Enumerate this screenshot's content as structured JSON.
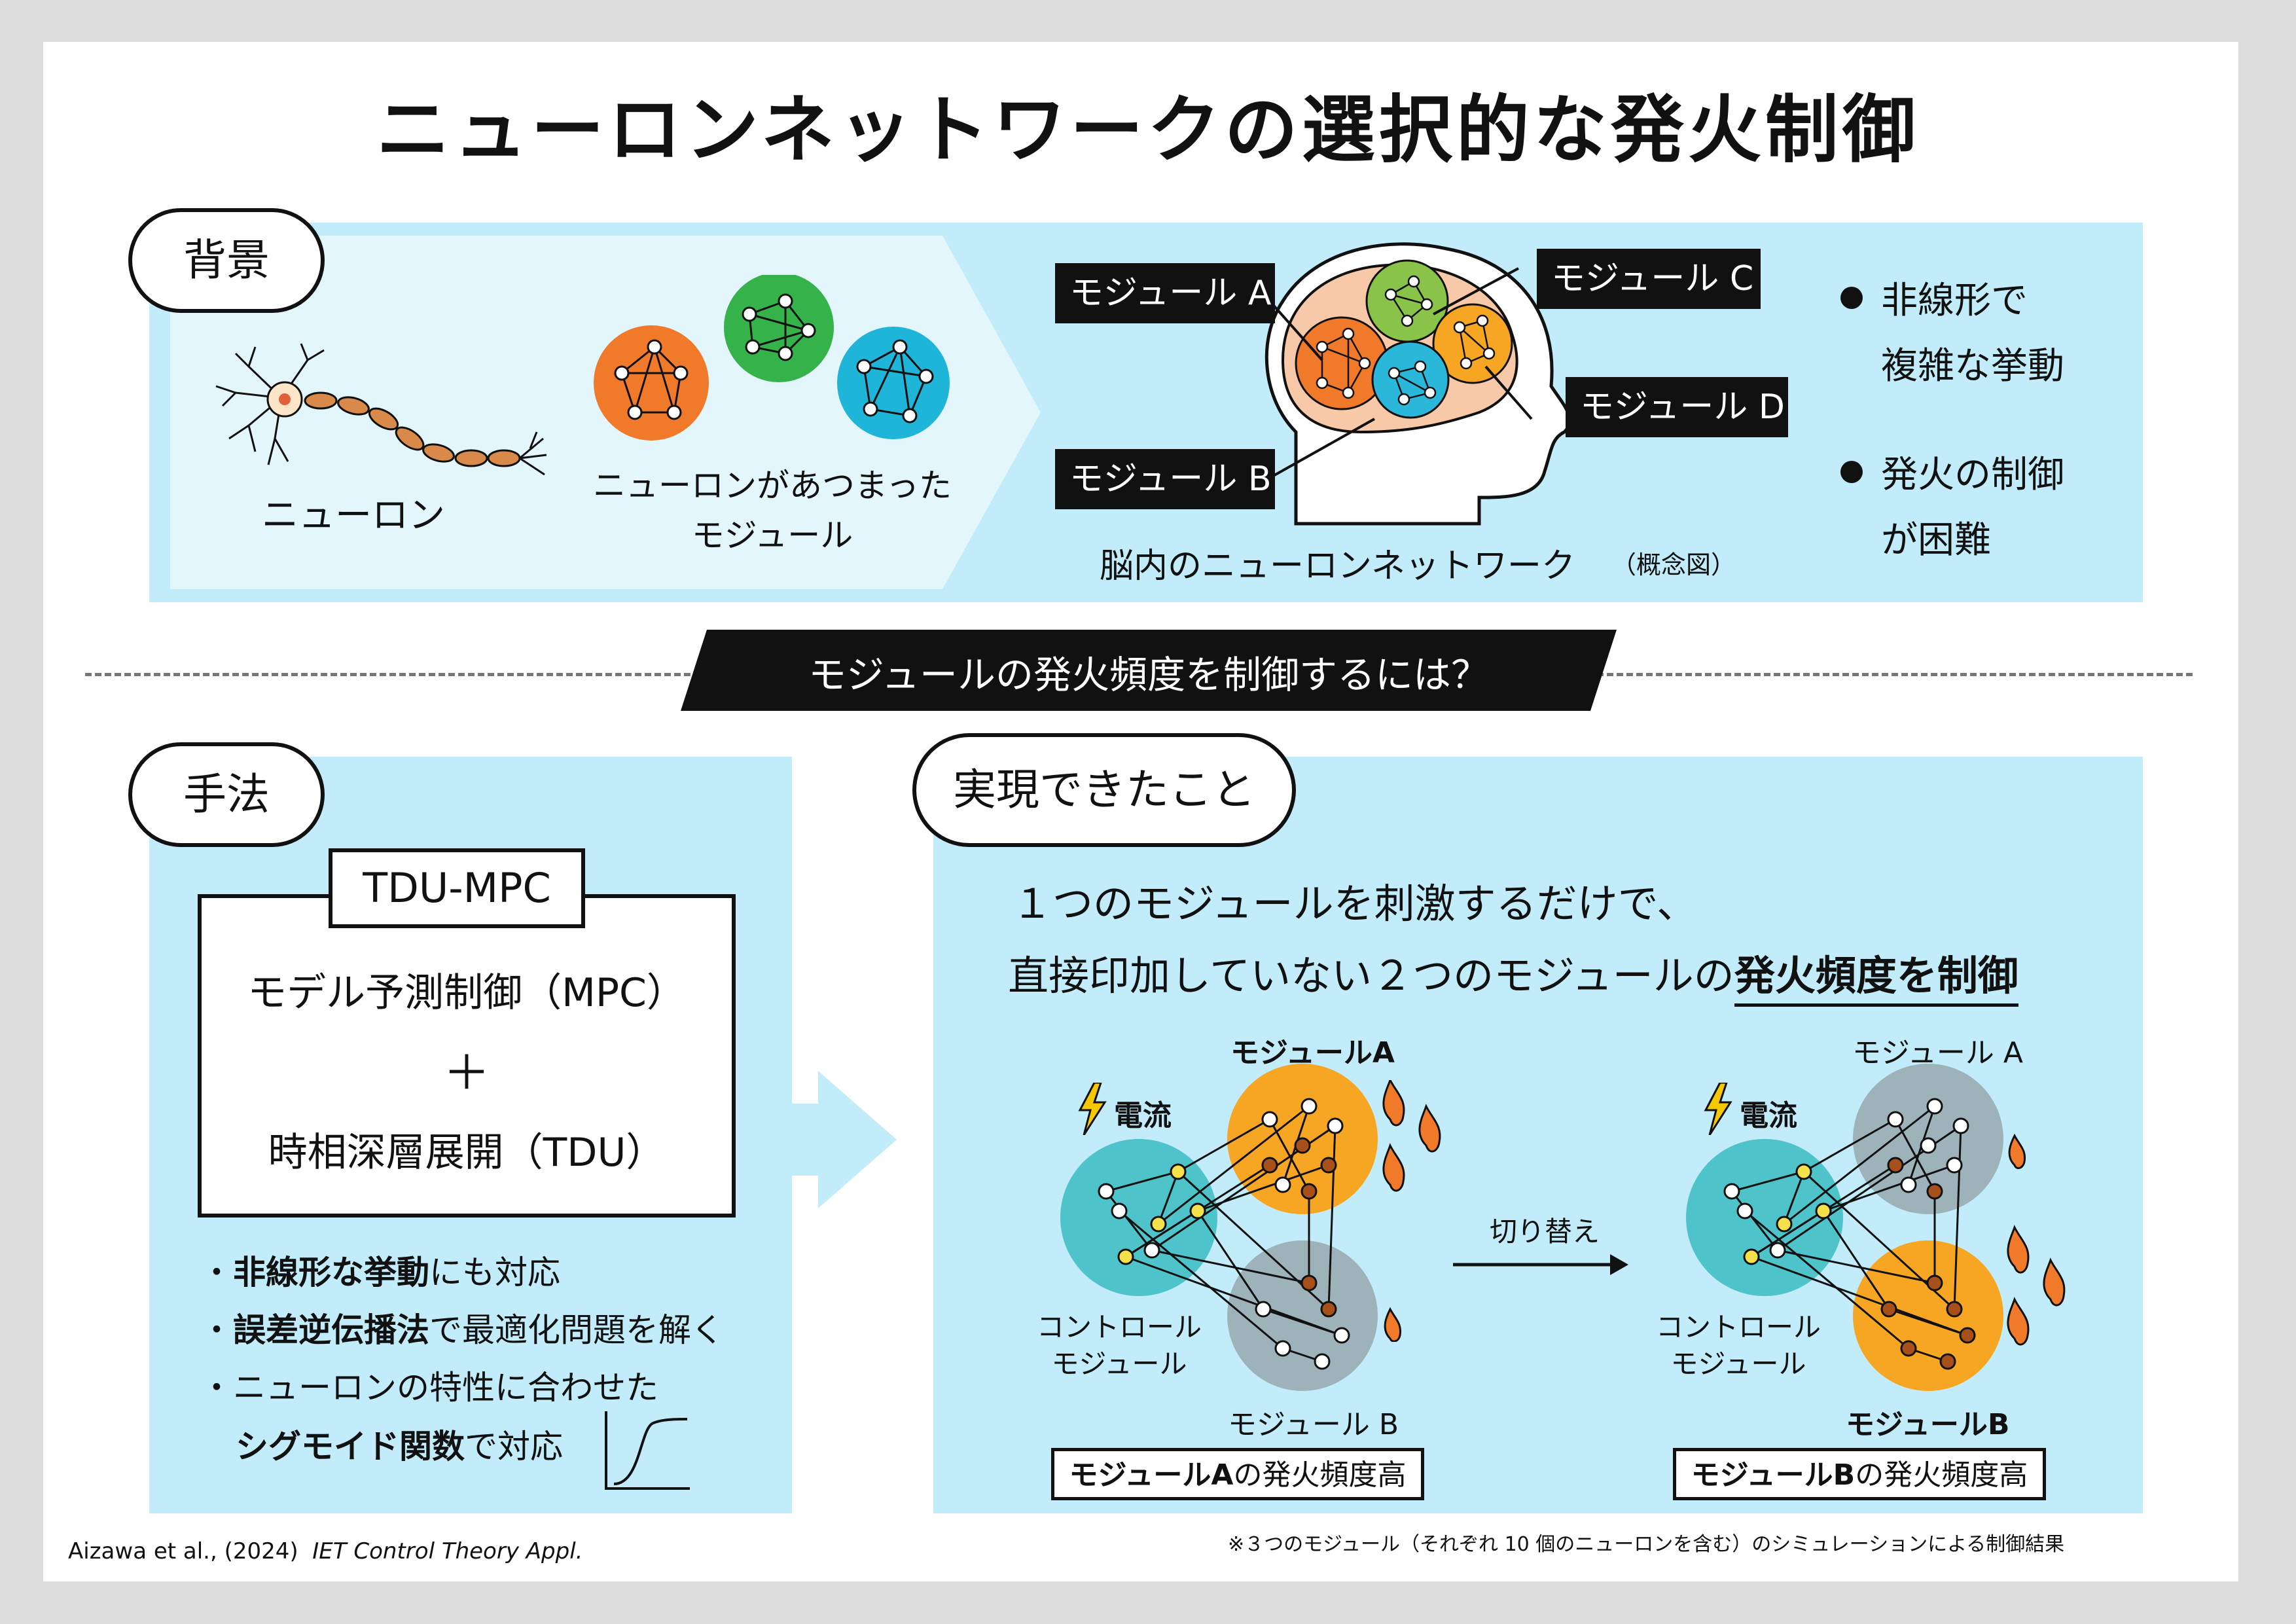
{
  "title": "ニューロンネットワークの選択的な発火制御",
  "background": {
    "heading": "背景",
    "neuron_label": "ニューロン",
    "module_label_line1": "ニューロンがあつまった",
    "module_label_line2": "モジュール",
    "brain_caption_main": "脳内のニューロンネットワーク",
    "brain_caption_note": "（概念図）",
    "module_a": "モジュール A",
    "module_b": "モジュール B",
    "module_c": "モジュール C",
    "module_d": "モジュール D",
    "bullet1_line1": "非線形で",
    "bullet1_line2": "複雑な挙動",
    "bullet2_line1": "発火の制御",
    "bullet2_line2": "が困難"
  },
  "question": "モジュールの発火頻度を制御するには？",
  "method": {
    "heading": "手法",
    "tdu_mpc": "TDU-MPC",
    "mpc_line": "モデル予測制御（MPC）",
    "plus": "＋",
    "tdu_line": "時相深層展開（TDU）",
    "b1_bold": "非線形な挙動",
    "b1_rest": "にも対応",
    "b2_bold": "誤差逆伝播法",
    "b2_rest": "で最適化問題を解く",
    "b3_line1": "ニューロンの特性に合わせた",
    "b3_bold": "シグモイド関数",
    "b3_rest": "で対応",
    "bullet_mark": "・"
  },
  "achievement": {
    "heading": "実現できたこと",
    "line1": "１つのモジュールを刺激するだけで、",
    "line2_plain": "直接印加していない２つのモジュールの",
    "line2_bold": "発火頻度を制御",
    "current": "電流",
    "control_module_line1": "コントロール",
    "control_module_line2": "モジュール",
    "left_module_a": "モジュールA",
    "left_module_b": "モジュール B",
    "right_module_a": "モジュール A",
    "right_module_b": "モジュールB",
    "switch": "切り替え",
    "result_left_bold": "モジュールA",
    "result_left_rest": "の発火頻度高",
    "result_right_bold": "モジュールB",
    "result_right_rest": "の発火頻度高",
    "footnote": "※３つのモジュール（それぞれ 10 個のニューロンを含む）のシミュレーションによる制御結果"
  },
  "citation": {
    "authors": "Aizawa et al., (2024)",
    "journal": "IET Control Theory Appl."
  },
  "colors": {
    "panel": "#c2ecfa",
    "orange": "#f28a2c",
    "green": "#4cb948",
    "cyan": "#2bb7d9",
    "amber": "#f6a623",
    "teal": "#4ec3c9",
    "gray": "#9db3b9"
  }
}
